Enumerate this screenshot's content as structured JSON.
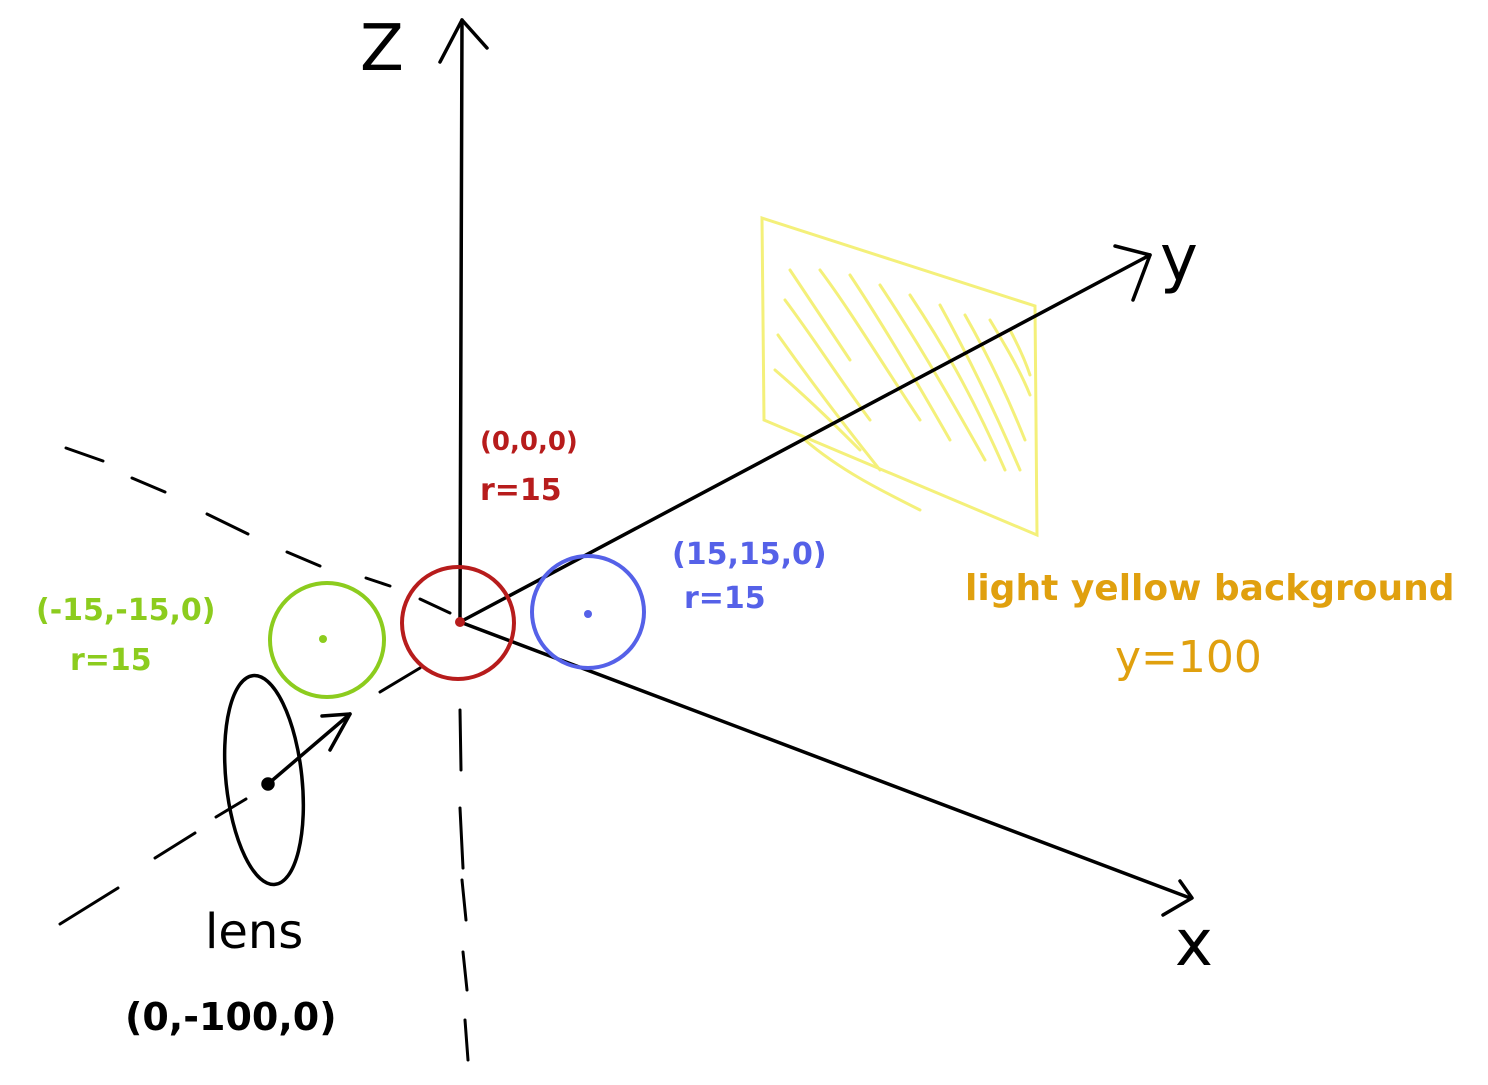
{
  "axes": {
    "z_label": "Z",
    "y_label": "y",
    "x_label": "x"
  },
  "spheres": {
    "origin": {
      "coord": "(0,0,0)",
      "radius": "r=15",
      "color": "#b71c1c"
    },
    "blue": {
      "coord": "(15,15,0)",
      "radius": "r=15",
      "color": "#5561e8"
    },
    "green": {
      "coord": "(-15,-15,0)",
      "radius": "r=15",
      "color": "#8ccc1e"
    }
  },
  "lens": {
    "label": "lens",
    "coord": "(0,-100,0)",
    "color": "#000000"
  },
  "background": {
    "label": "light yellow background",
    "position": "y=100",
    "label_color": "#e0a00e",
    "plane_color": "#f4f07a"
  }
}
